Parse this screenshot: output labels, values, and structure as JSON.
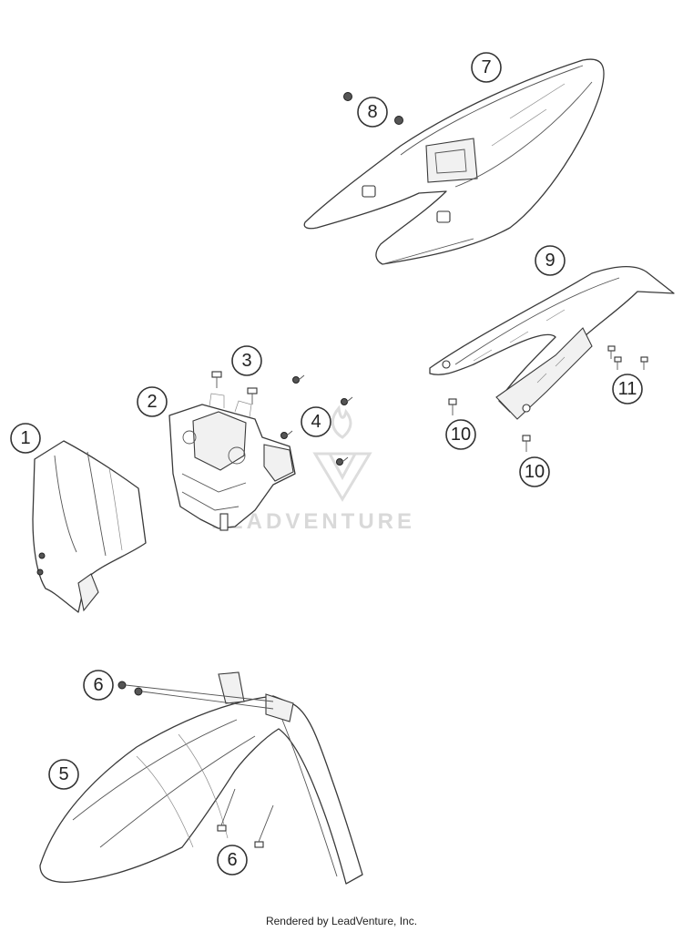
{
  "callouts": [
    "1",
    "2",
    "3",
    "4",
    "5",
    "6",
    "6",
    "7",
    "8",
    "9",
    "10",
    "10",
    "11"
  ],
  "watermark": "LEADVENTURE",
  "footer": "Rendered by LeadVenture, Inc."
}
